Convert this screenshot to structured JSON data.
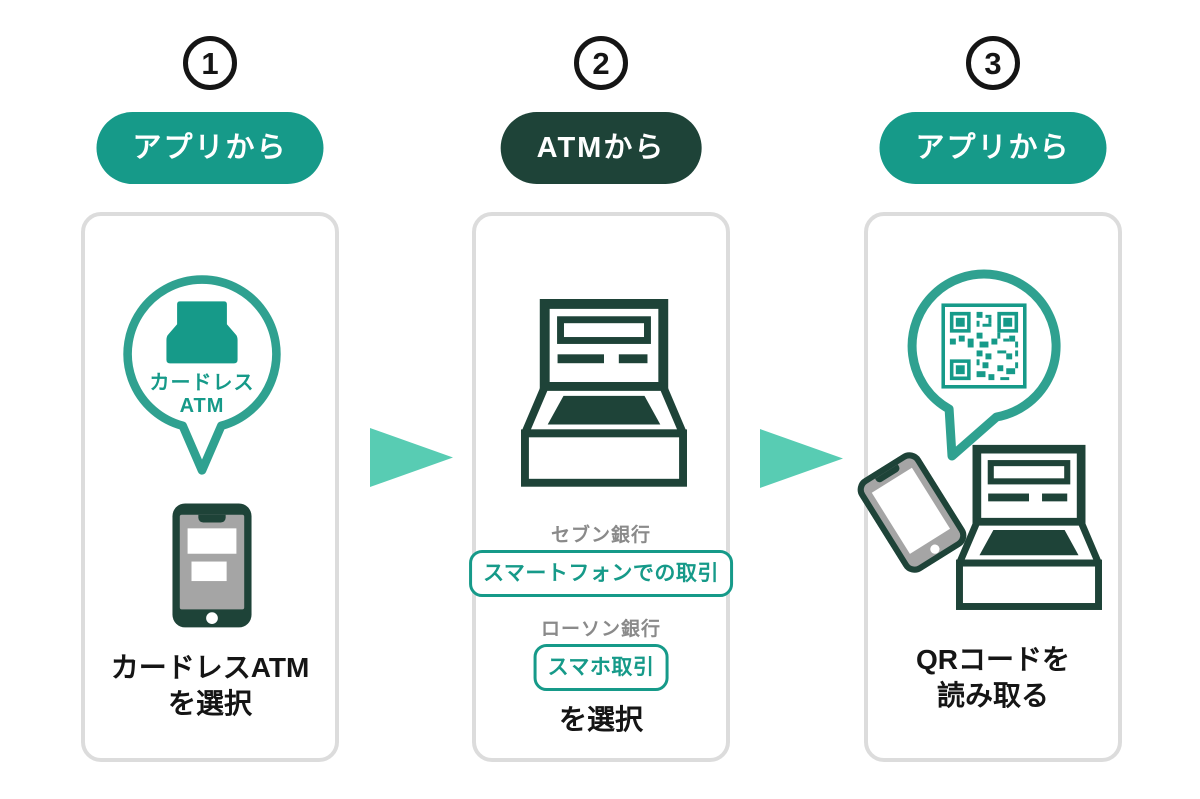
{
  "colors": {
    "teal": "#169a89",
    "dark_green": "#1e4338",
    "mint_arrow": "#58ccb3",
    "bubble_outline": "#2fa190",
    "card_border": "#dcdcdc",
    "gray_label": "#8a8a8a",
    "phone_screen_gray": "#a5a5a5",
    "number_black": "#151515"
  },
  "icons": {
    "step_arrow": "right-arrow-triangle",
    "step1_bubble": "speech-bubble",
    "step1_bubble_glyph": "atm-silhouette",
    "step1_device": "smartphone",
    "step2_device": "atm-machine",
    "step3_bubble_glyph": "qr-code",
    "step3_device_left": "smartphone-tilted",
    "step3_device_right": "atm-machine"
  },
  "steps": [
    {
      "number": "1",
      "badge": {
        "label": "アプリから",
        "style": "teal"
      },
      "bubble_label_line1": "カードレス",
      "bubble_label_line2": "ATM",
      "caption_line1": "カードレスATM",
      "caption_line2": "を選択"
    },
    {
      "number": "2",
      "badge": {
        "label": "ATMから",
        "style": "dark"
      },
      "options": [
        {
          "bank_label": "セブン銀行",
          "button_label": "スマートフォンでの取引"
        },
        {
          "bank_label": "ローソン銀行",
          "button_label": "スマホ取引"
        }
      ],
      "caption_line1": "を選択",
      "caption_line2": ""
    },
    {
      "number": "3",
      "badge": {
        "label": "アプリから",
        "style": "teal"
      },
      "caption_line1": "QRコードを",
      "caption_line2": "読み取る"
    }
  ]
}
